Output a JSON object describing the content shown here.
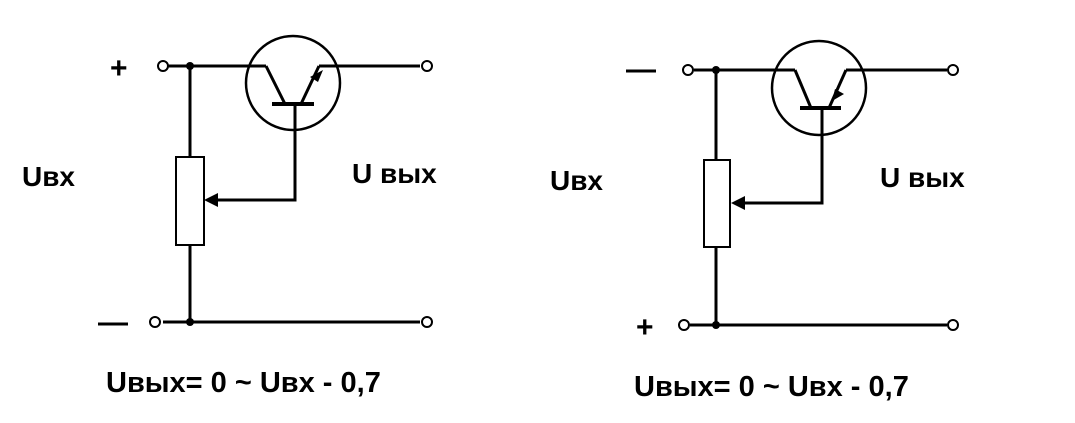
{
  "circuits": [
    {
      "plus_label": "+",
      "minus_label": "—",
      "input_label": "Uвх",
      "output_label": "U вых",
      "formula": "Uвых= 0 ~ Uвх - 0,7"
    },
    {
      "plus_label": "+",
      "minus_label": "—",
      "input_label": "Uвх",
      "output_label": "U вых",
      "formula": "Uвых= 0 ~ Uвх - 0,7"
    }
  ]
}
